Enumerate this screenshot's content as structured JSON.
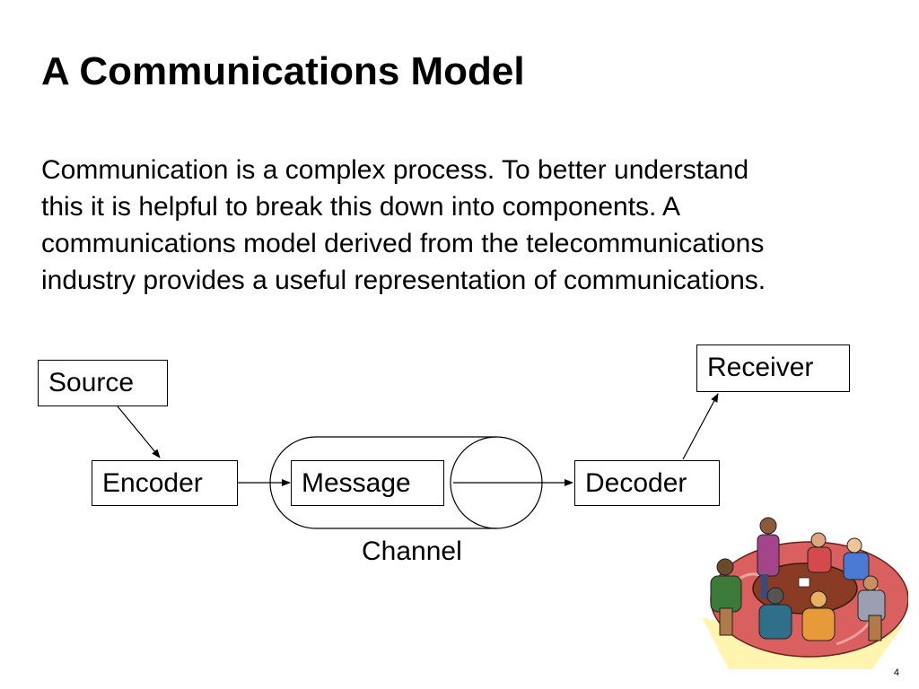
{
  "slide": {
    "title": "A Communications Model",
    "body_lines": [
      "Communication is a complex process. To better understand",
      "this it is helpful to break this down into components.  A",
      "communications model derived from the telecommunications",
      "industry provides a useful representation of communications."
    ],
    "page_number": "4"
  },
  "diagram": {
    "nodes": {
      "source": "Source",
      "receiver": "Receiver",
      "encoder": "Encoder",
      "message": "Message",
      "decoder": "Decoder"
    },
    "channel_label": "Channel",
    "edges": [
      [
        "Source",
        "Encoder"
      ],
      [
        "Encoder",
        "Message"
      ],
      [
        "Message",
        "Decoder"
      ],
      [
        "Decoder",
        "Receiver"
      ]
    ]
  },
  "illustration": {
    "icon": "group-meeting-clipart",
    "colors": {
      "table": "#c9533a",
      "floor": "#fff5b0",
      "rug": "#d9605f"
    }
  }
}
